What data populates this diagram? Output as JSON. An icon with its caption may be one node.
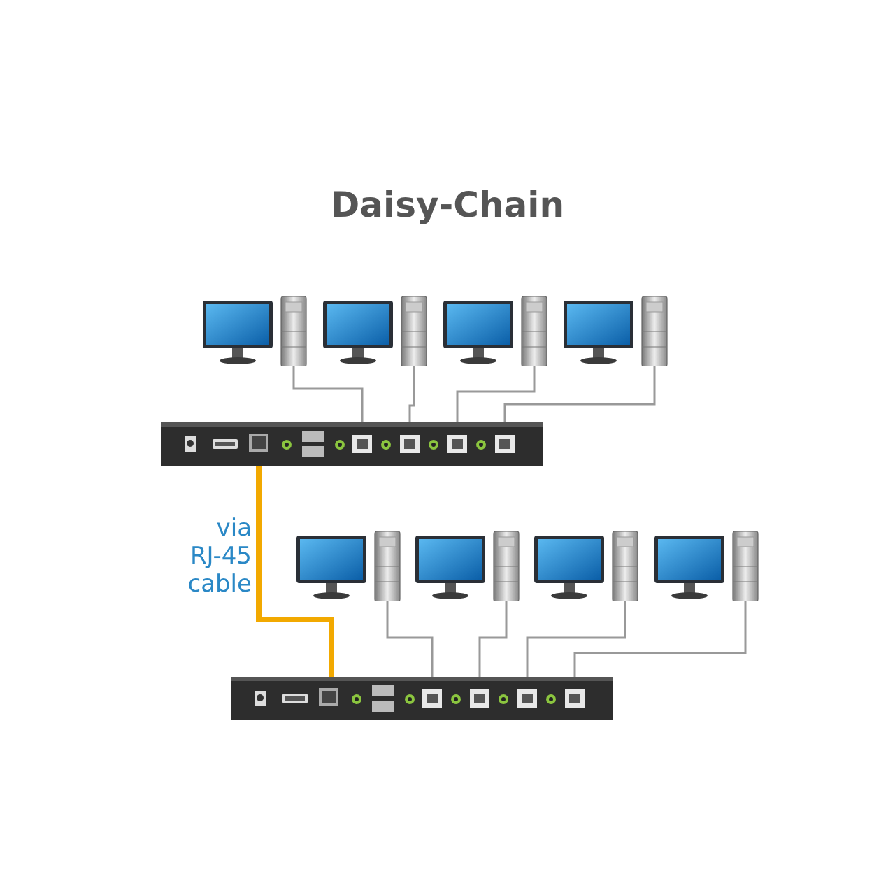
{
  "diagram": {
    "title": "Daisy-Chain",
    "nodes": [
      {
        "text": [],
        "shape": "picture"
      },
      {
        "text": [],
        "shape": "picture"
      },
      {
        "text": [],
        "shape": "picture"
      },
      {
        "text": [],
        "shape": "picture"
      },
      {
        "text": [],
        "shape": "picture"
      },
      {
        "text": [],
        "shape": "picture"
      },
      {
        "text": [],
        "shape": "picture"
      },
      {
        "text": [],
        "shape": "picture"
      },
      {
        "text": [],
        "shape": "picture"
      },
      {
        "text": [],
        "shape": "picture"
      }
    ],
    "edges": [
      {
        "from": 0,
        "to": 4,
        "arrow": "none"
      },
      {
        "from": 1,
        "to": 4,
        "arrow": "none"
      },
      {
        "from": 2,
        "to": 4,
        "arrow": "none"
      },
      {
        "from": 3,
        "to": 4,
        "arrow": "none"
      },
      {
        "from": 4,
        "to": 9,
        "arrow": "none",
        "label": "via RJ-45 cable",
        "style": "thick",
        "color": "#f2a900"
      },
      {
        "from": 5,
        "to": 9,
        "arrow": "none"
      },
      {
        "from": 6,
        "to": 9,
        "arrow": "none"
      },
      {
        "from": 7,
        "to": 9,
        "arrow": "none"
      },
      {
        "from": 8,
        "to": 9,
        "arrow": "none"
      }
    ]
  }
}
